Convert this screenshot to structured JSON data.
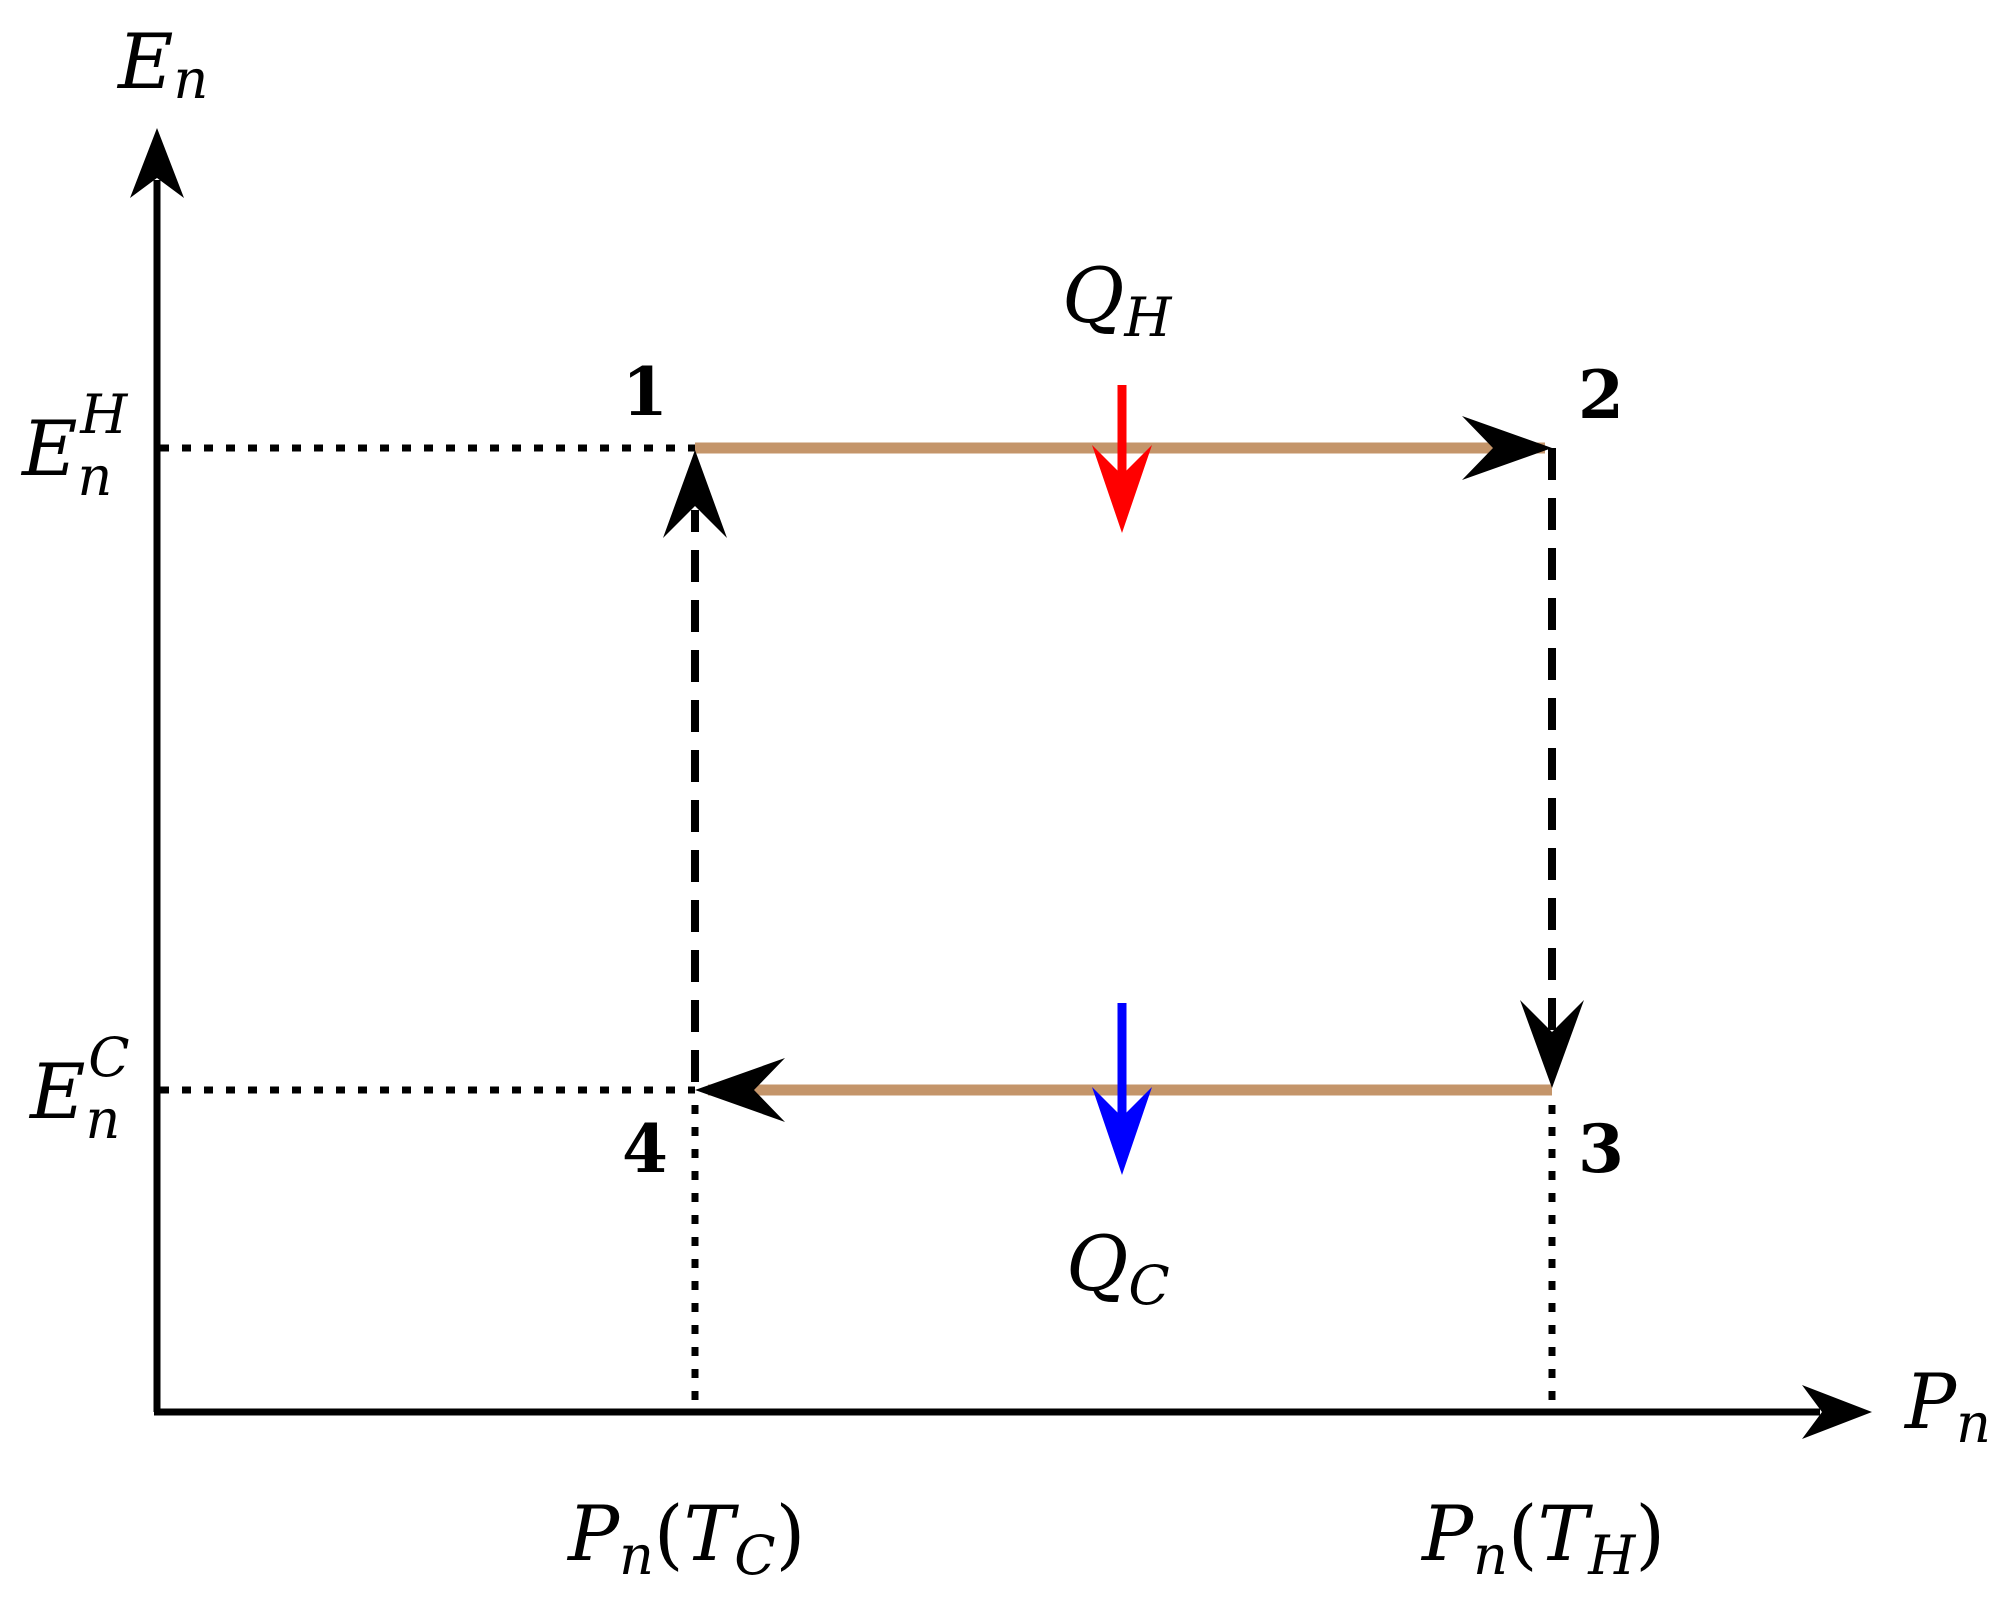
{
  "axes": {
    "y_label": {
      "base": "E",
      "sub": "n"
    },
    "x_label": {
      "base": "P",
      "sub": "n"
    }
  },
  "levels": {
    "hot": {
      "base": "E",
      "sub": "n",
      "sup": "H"
    },
    "cold": {
      "base": "E",
      "sub": "n",
      "sup": "C"
    }
  },
  "ticks": {
    "cold": {
      "base": "P",
      "sub": "n",
      "open": "(",
      "inner": "T",
      "inner_sub": "C",
      "close": ")"
    },
    "hot": {
      "base": "P",
      "sub": "n",
      "open": "(",
      "inner": "T",
      "inner_sub": "H",
      "close": ")"
    }
  },
  "heat": {
    "in": {
      "base": "Q",
      "sub": "H"
    },
    "out": {
      "base": "Q",
      "sub": "C"
    }
  },
  "states": [
    "1",
    "2",
    "3",
    "4"
  ],
  "colors": {
    "isotherm": "#C4956A",
    "heat_in": "#FF0000",
    "heat_out": "#0000FF",
    "axes": "#000000"
  }
}
